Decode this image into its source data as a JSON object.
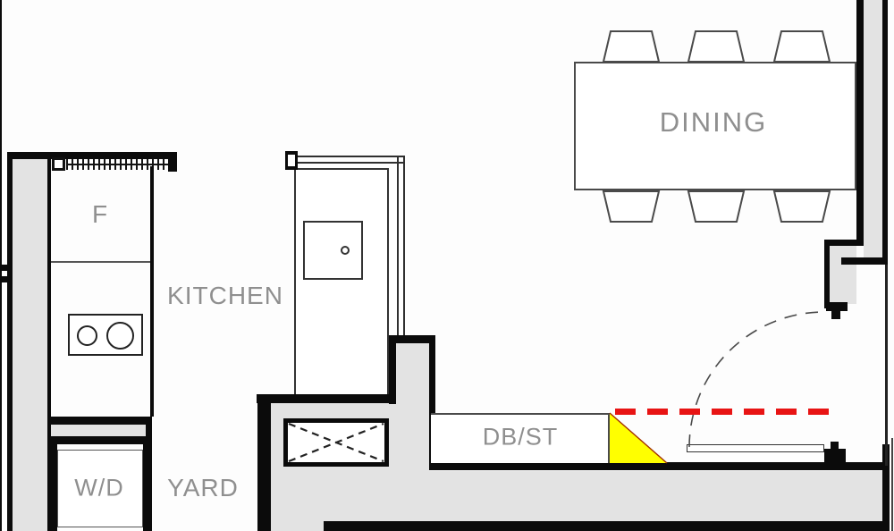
{
  "plan": {
    "rooms": {
      "fridge": "F",
      "kitchen": "KITCHEN",
      "washer_dryer": "W/D",
      "yard": "YARD",
      "db_st": "DB/ST",
      "dining": "DINING"
    },
    "colors": {
      "wall_fill": "#e3e3e3",
      "wall_line": "#0b0b0b",
      "label": "#8f8f8f",
      "highlight_triangle": "#ffff00",
      "dashed_line": "#e81414"
    }
  }
}
